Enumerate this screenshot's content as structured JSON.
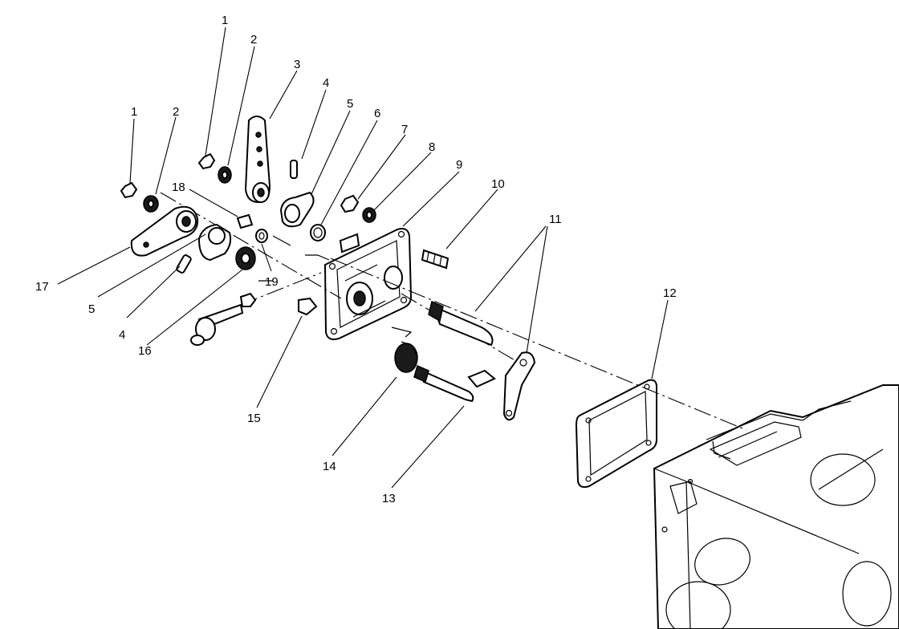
{
  "callouts": [
    {
      "id": "c1a",
      "text": "1"
    },
    {
      "id": "c2a",
      "text": "2"
    },
    {
      "id": "c3",
      "text": "3"
    },
    {
      "id": "c4a",
      "text": "4"
    },
    {
      "id": "c5a",
      "text": "5"
    },
    {
      "id": "c6",
      "text": "6"
    },
    {
      "id": "c7",
      "text": "7"
    },
    {
      "id": "c8",
      "text": "8"
    },
    {
      "id": "c9",
      "text": "9"
    },
    {
      "id": "c10",
      "text": "10"
    },
    {
      "id": "c11",
      "text": "11"
    },
    {
      "id": "c12",
      "text": "12"
    },
    {
      "id": "c1b",
      "text": "1"
    },
    {
      "id": "c2b",
      "text": "2"
    },
    {
      "id": "c18",
      "text": "18"
    },
    {
      "id": "c17",
      "text": "17"
    },
    {
      "id": "c5b",
      "text": "5"
    },
    {
      "id": "c19",
      "text": "19"
    },
    {
      "id": "c4b",
      "text": "4"
    },
    {
      "id": "c16",
      "text": "16"
    },
    {
      "id": "c15",
      "text": "15"
    },
    {
      "id": "c14",
      "text": "14"
    },
    {
      "id": "c13",
      "text": "13"
    }
  ]
}
